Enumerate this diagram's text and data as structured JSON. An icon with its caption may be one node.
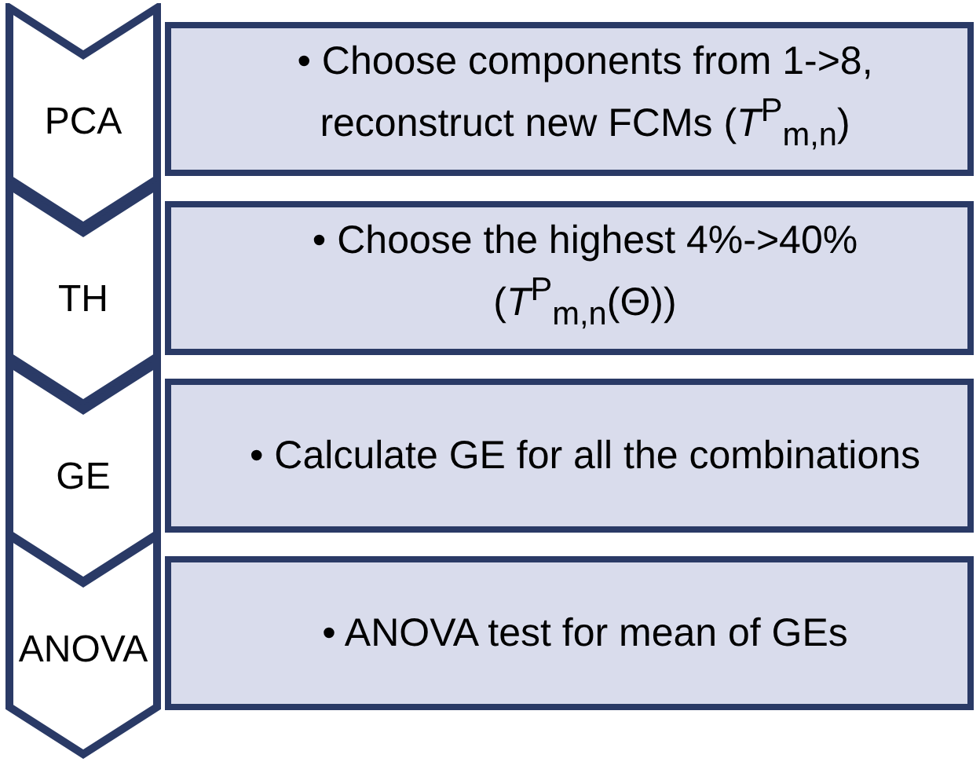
{
  "diagram": {
    "nodes": [
      {
        "text": [
          "PCA"
        ]
      },
      {
        "text": [
          "• Choose components from 1->8, reconstruct new FCMs (*T*$^{P}$$_{m,n}$)"
        ]
      },
      {
        "text": [
          "TH"
        ]
      },
      {
        "text": [
          "• Choose the highest 4%->40% (*T*$^{P}$$_{m,n}$(Θ))"
        ]
      },
      {
        "text": [
          "GE"
        ]
      },
      {
        "text": [
          "• Calculate GE for all the combinations"
        ]
      },
      {
        "text": [
          "ANOVA"
        ]
      },
      {
        "text": [
          "• ANOVA test for mean of GEs"
        ]
      }
    ]
  }
}
